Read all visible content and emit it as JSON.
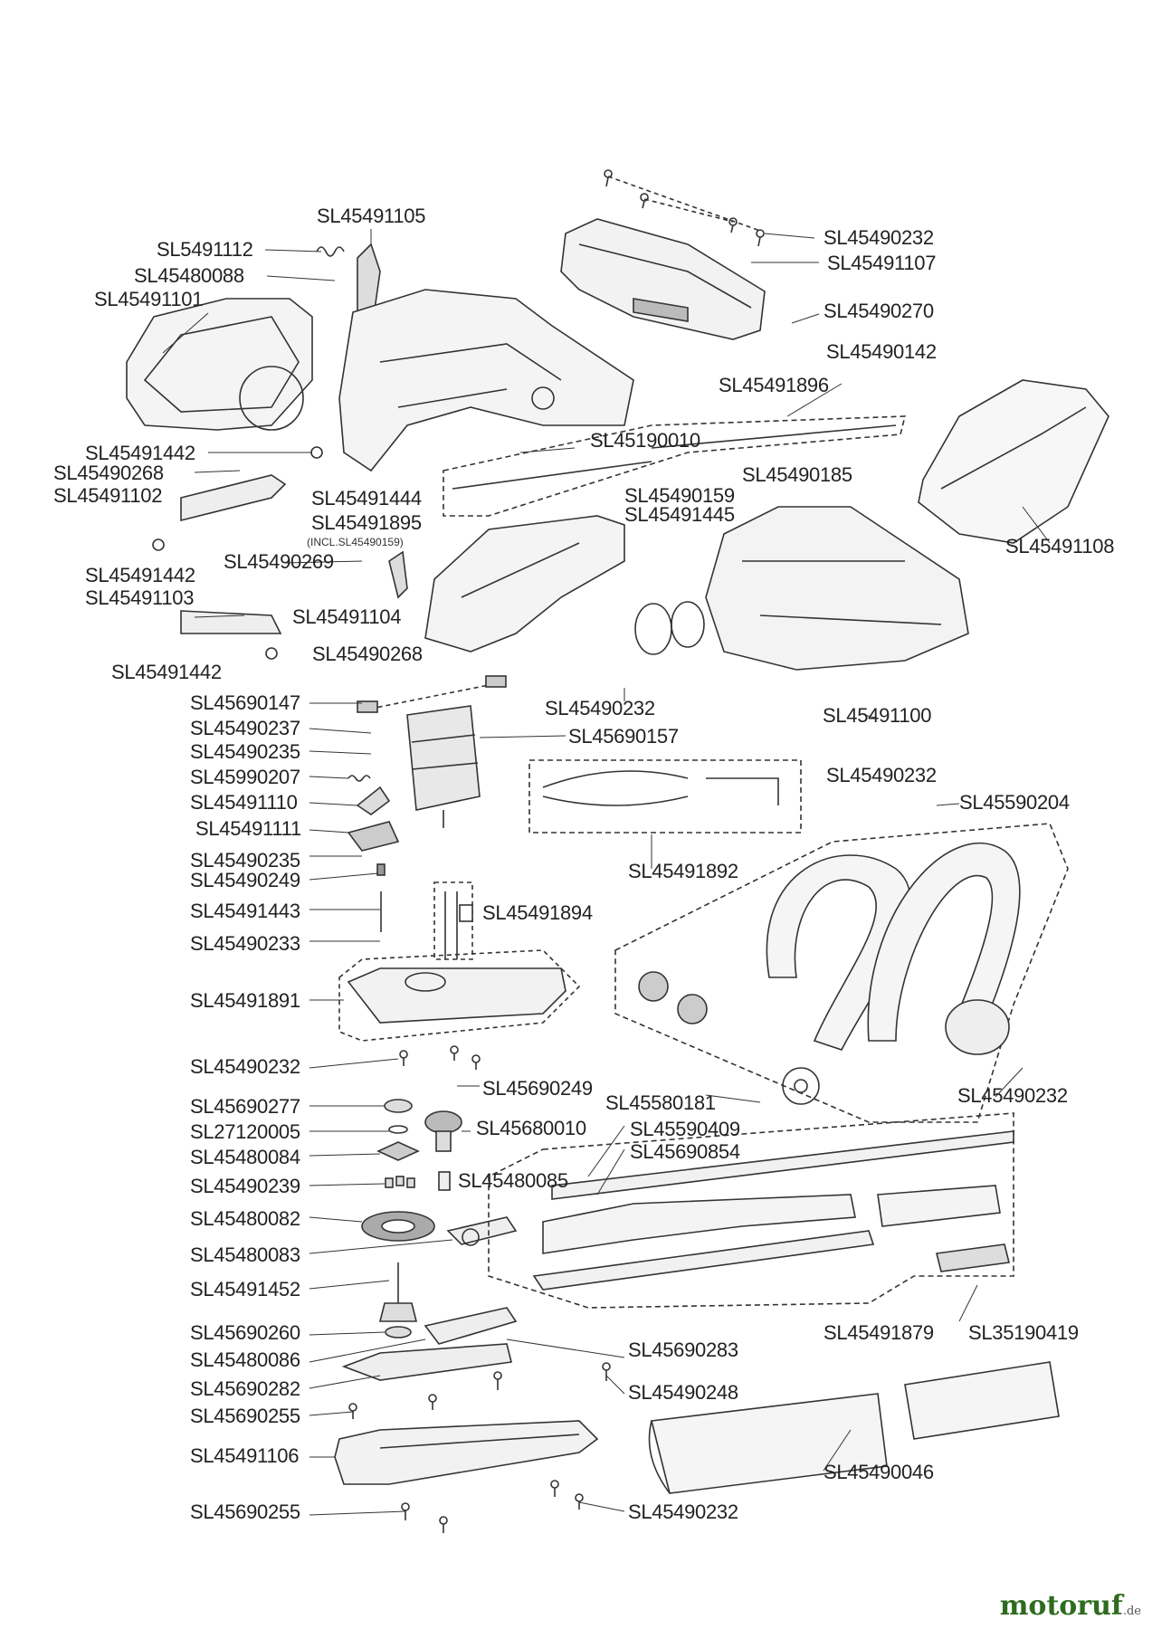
{
  "labels": [
    "SL45491105",
    "SL5491112",
    "SL45480088",
    "SL45491101",
    "SL45490232",
    "SL45491107",
    "SL45490270",
    "SL45490142",
    "SL45491896",
    "SL45190010",
    "SL45490185",
    "SL45491442",
    "SL45490268",
    "SL45491102",
    "SL45491444",
    "SL45491895",
    "SL45490159",
    "SL45491445",
    "SL45491108",
    "SL45490269",
    "SL45491442",
    "SL45491103",
    "SL45491104",
    "SL45491442",
    "SL45490268",
    "SL45690147",
    "SL45490237",
    "SL45490235",
    "SL45990207",
    "SL45491110",
    "SL45491111",
    "SL45690157",
    "SL45490232",
    "SL45491100",
    "SL45490232",
    "SL45590204",
    "SL45490235",
    "SL45490249",
    "SL45491443",
    "SL45490233",
    "SL45491892",
    "SL45491894",
    "SL45491891",
    "SL45490232",
    "SL45690249",
    "SL45690277",
    "SL27120005",
    "SL45480084",
    "SL45680010",
    "SL45580181",
    "SL45490232",
    "SL45590409",
    "SL45690854",
    "SL45490239",
    "SL45480085",
    "SL45480082",
    "SL45480083",
    "SL45491452",
    "SL45491879",
    "SL35190419",
    "SL45690260",
    "SL45690283",
    "SL45480086",
    "SL45690282",
    "SL45490248",
    "SL45690255",
    "SL45491106",
    "SL45490046",
    "SL45690255",
    "SL45490232"
  ],
  "note_incl": "(INCL.SL45490159)",
  "watermark": {
    "brand": "motoruf",
    "domain": ".de"
  },
  "colors": {
    "line": "#333333",
    "label": "#222222",
    "brand": "#2e6b1f",
    "accent": "#e07a00"
  }
}
